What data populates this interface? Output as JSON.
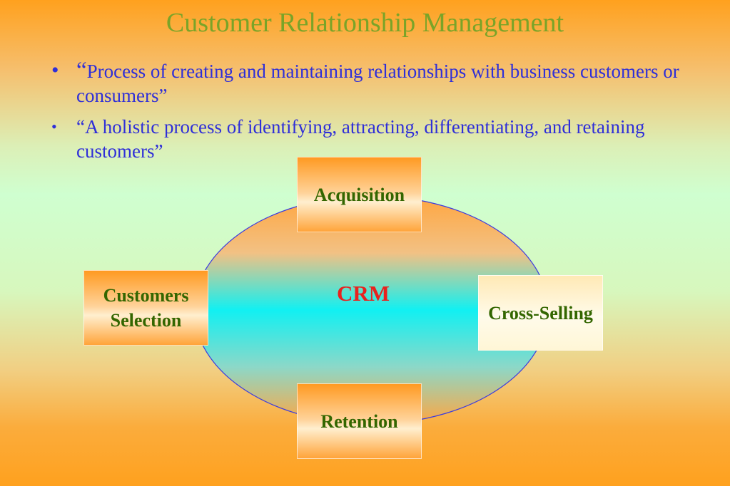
{
  "title": "Customer Relationship Management",
  "bullets": [
    {
      "marker": "•",
      "open_quote": "“",
      "text": "Process of creating and maintaining relationships with business customers or consumers”"
    },
    {
      "marker": "•",
      "text": "“A holistic process of identifying, attracting, differentiating, and retaining customers”"
    }
  ],
  "diagram": {
    "center_label": "CRM",
    "nodes": {
      "top": "Acquisition",
      "left_line1": "Customers",
      "left_line2": "Selection",
      "right": "Cross-Selling",
      "bottom": "Retention"
    }
  },
  "colors": {
    "title": "#7aa428",
    "bullet_text": "#2f2fd8",
    "node_text": "#336600",
    "center_label": "#e8221e",
    "ellipse_stroke": "#3a3ae0",
    "ellipse_center": "#11f0f2",
    "ellipse_edge": "#ffa640"
  }
}
